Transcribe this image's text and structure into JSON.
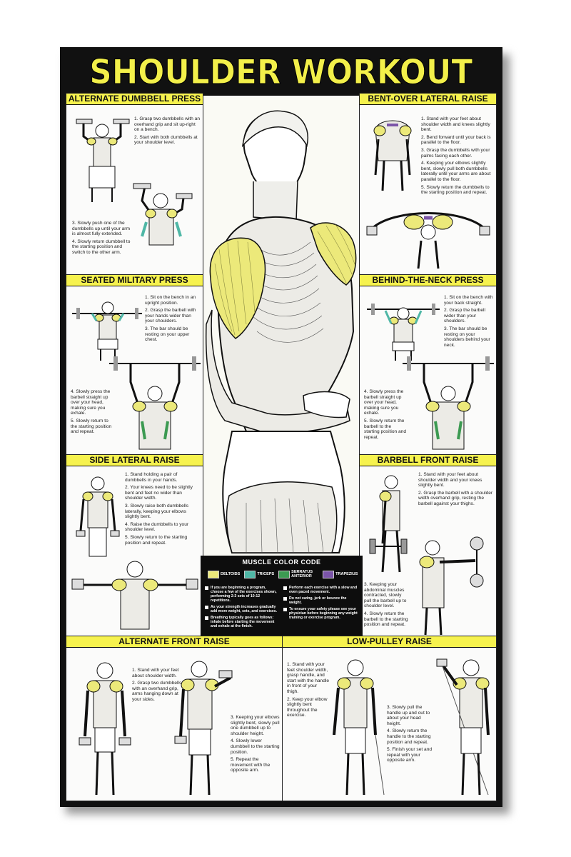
{
  "title": "SHOULDER WORKOUT",
  "colors": {
    "poster_bg": "#111111",
    "header_yellow": "#f6f24e",
    "title_yellow": "#f3f04a",
    "deltoids": "#ece97a",
    "triceps": "#4fb7a6",
    "serratus": "#3c9a52",
    "trapezius": "#7b55a8"
  },
  "panels": {
    "alt_dumbbell_press": {
      "title": "ALTERNATE DUMBBELL PRESS",
      "steps": [
        "1. Grasp two dumbbells with an overhand grip and sit up-right on a bench.",
        "2. Start with both dumbbells at your shoulder level.",
        "3. Slowly push one of the dumbbells up until your arm is almost fully extended.",
        "4. Slowly return dumbbell to the starting position and switch to the other arm."
      ]
    },
    "seated_military_press": {
      "title": "SEATED MILITARY PRESS",
      "steps": [
        "1. Sit on the bench in an upright position.",
        "2. Grasp the barbell with your hands wider than your shoulders.",
        "3. The bar should be resting on your upper chest.",
        "4. Slowly press the barbell straight up over your head, making sure you exhale.",
        "5. Slowly return to the starting position and repeat."
      ]
    },
    "side_lateral_raise": {
      "title": "SIDE LATERAL RAISE",
      "steps": [
        "1. Stand holding a pair of dumbbells in your hands.",
        "2. Your knees need to be slightly bent and feet no wider than shoulder width.",
        "3. Slowly raise both dumbbells laterally, keeping your elbows slightly bent.",
        "4. Raise the dumbbells to your shoulder level.",
        "5. Slowly return to the starting position and repeat."
      ]
    },
    "bent_over_lateral_raise": {
      "title": "BENT-OVER LATERAL RAISE",
      "steps": [
        "1. Stand with your feet about shoulder width and knees slightly bent.",
        "2. Bend forward until your back is parallel to the floor.",
        "3. Grasp the dumbbells with your palms facing each other.",
        "4. Keeping your elbows slightly bent, slowly pull both dumbbells laterally until your arms are about parallel to the floor.",
        "5. Slowly return the dumbbells to the starting position and repeat."
      ]
    },
    "behind_the_neck_press": {
      "title": "BEHIND-THE-NECK PRESS",
      "steps": [
        "1. Sit on the bench with your back straight.",
        "2. Grasp the barbell wider than your shoulders.",
        "3. The bar should be resting on your shoulders behind your neck.",
        "4. Slowly press the barbell straight up over your head, making sure you exhale.",
        "5. Slowly return the barbell to the starting position and repeat."
      ]
    },
    "barbell_front_raise": {
      "title": "BARBELL FRONT RAISE",
      "steps": [
        "1. Stand with your feet about shoulder width and your knees slightly bent.",
        "2. Grasp the barbell with a shoulder width overhand grip, resting the barbell against your thighs.",
        "3. Keeping your abdominal muscles contracted, slowly pull the barbell up to shoulder level.",
        "4. Slowly return the barbell to the starting position and repeat."
      ]
    },
    "alternate_front_raise": {
      "title": "ALTERNATE FRONT RAISE",
      "steps": [
        "1. Stand with your feet about shoulder width.",
        "2. Grasp two dumbbells with an overhand grip, arms hanging down at your sides.",
        "3. Keeping your elbows slightly bent, slowly pull one dumbbell up to shoulder height.",
        "4. Slowly lower dumbbell to the starting position.",
        "5. Repeat the movement with the opposite arm."
      ]
    },
    "low_pulley_raise": {
      "title": "LOW-PULLEY RAISE",
      "steps_a": [
        "1. Stand with your feet shoulder width, grasp handle, and start with the handle in front of your thigh.",
        "2. Keep your elbow slightly bent throughout the exercise."
      ],
      "steps_b": [
        "3. Slowly pull the handle up and out to about your head height.",
        "4. Slowly return the handle to the starting position and repeat.",
        "5. Finish your set and repeat with your opposite arm."
      ]
    }
  },
  "muscle_code": {
    "title": "MUSCLE COLOR CODE",
    "legend": [
      {
        "label": "DELTOIDS",
        "color": "#ece97a"
      },
      {
        "label": "TRICEPS",
        "color": "#4fb7a6"
      },
      {
        "label": "SERRATUS ANTERIOR",
        "color": "#3c9a52"
      },
      {
        "label": "TRAPEZIUS",
        "color": "#7b55a8"
      }
    ],
    "tips_left": [
      "If you are beginning a program, choose a few of the exercises shown, performing 2-3 sets of 10-12 repetitions.",
      "As your strength increases gradually add more weight, sets, and exercises.",
      "Breathing typically goes as follows: inhale before starting the movement and exhale at the finish."
    ],
    "tips_right": [
      "Perform each exercise with a slow and even paced movement.",
      "Do not swing, jerk or bounce the weight.",
      "To ensure your safety please see your physician before beginning any weight training or exercise program."
    ]
  }
}
